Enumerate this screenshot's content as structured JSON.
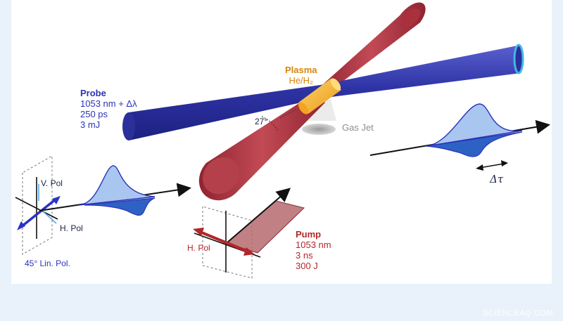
{
  "probe": {
    "title": "Probe",
    "wavelength": "1053 nm + Δλ",
    "duration": "250 ps",
    "energy": "3 mJ"
  },
  "plasma": {
    "title": "Plasma",
    "gas": "He/H₂"
  },
  "angle": "27°",
  "gas_jet": "Gas Jet",
  "left_polarization": {
    "vertical": "V. Pol",
    "horizontal": "H. Pol",
    "linear": "45° Lin. Pol."
  },
  "pump_polarization": "H. Pol",
  "pump": {
    "title": "Pump",
    "wavelength": "1053 nm",
    "duration": "3 ns",
    "energy": "300 J"
  },
  "delay": "Δτ",
  "credit": "SCIENCEAQ.COM",
  "colors": {
    "probe": "#3a3fb0",
    "pump": "#b03a45",
    "plasma": "#f0b437",
    "background": "#ffffff"
  }
}
